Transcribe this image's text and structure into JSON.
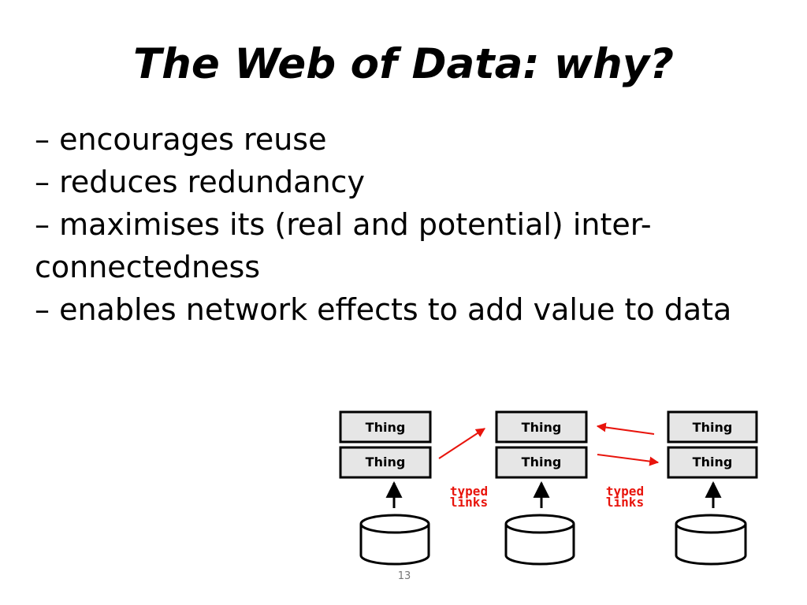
{
  "slide": {
    "title": "The Web of Data: why?",
    "bullets": [
      "– encourages reuse",
      "– reduces redundancy",
      "– maximises its (real and potential) inter-connectedness",
      "– enables network effects to add value to data"
    ],
    "page_number": "13"
  },
  "diagram": {
    "columns": [
      {
        "things": [
          "Thing",
          "Thing"
        ],
        "store": "database"
      },
      {
        "things": [
          "Thing",
          "Thing"
        ],
        "store": "database"
      },
      {
        "things": [
          "Thing",
          "Thing"
        ],
        "store": "database"
      }
    ],
    "link_labels": [
      {
        "line1": "typed",
        "line2": "links"
      },
      {
        "line1": "typed",
        "line2": "links"
      }
    ],
    "colors": {
      "box_fill": "#e6e6e6",
      "stroke": "#000000",
      "link_color": "#e8140c",
      "title_text": "#000000"
    }
  }
}
